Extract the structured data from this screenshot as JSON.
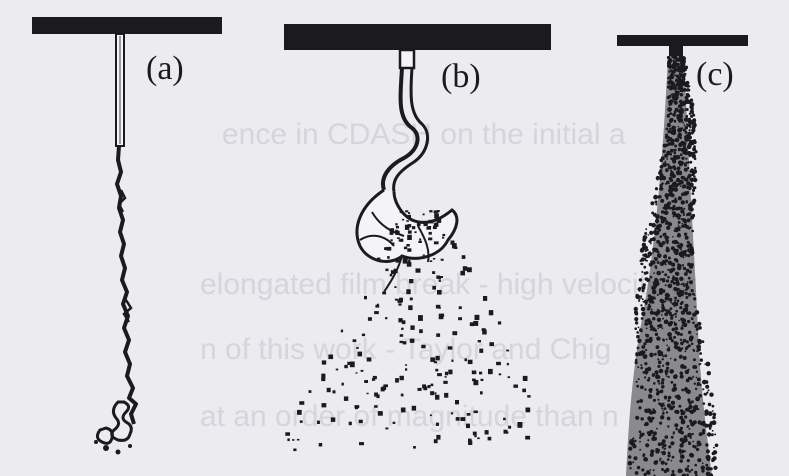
{
  "panels": [
    {
      "id": "a",
      "label": "(a)"
    },
    {
      "id": "b",
      "label": "(b)"
    },
    {
      "id": "c",
      "label": "(c)"
    }
  ],
  "background_text": [
    "ence in CDASH on the initial a",
    "elongated film break - high velocity gr",
    "n of this work - Taylor and Chig",
    "at an order of magnitude than n"
  ],
  "colors": {
    "ink": "#1b1b1d",
    "paper": "#ecebef",
    "ghost_text": "#d6d4dc",
    "nozzle_shadow": "#9b9aa2"
  }
}
